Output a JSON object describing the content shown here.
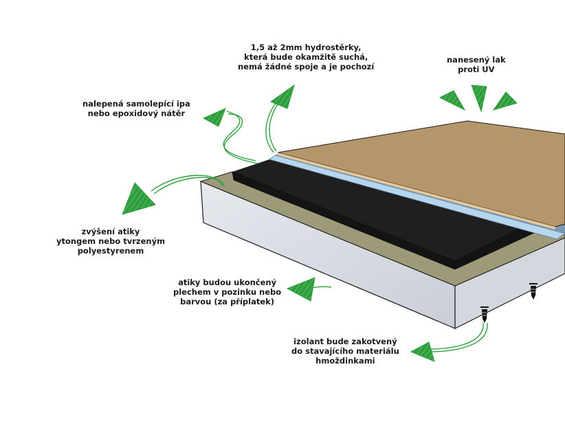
{
  "diagram": {
    "subject": "Flat roof waterproofing layer composition",
    "colors": {
      "arrow_green": "#2e9e3c",
      "top_coat": "#b4966a",
      "top_coat_edge": "#e8c898",
      "hydro_layer": "#7c99b3",
      "hydro_layer_light": "#b6d6ee",
      "black_layer": "#1c1c1c",
      "olive_layer": "#9c9a78",
      "base_block": "#d2d6dc",
      "outline": "#1a1a1a"
    },
    "layers": [
      {
        "name": "UV lacquer / top surface",
        "order": 1
      },
      {
        "name": "Hydro-screed 1.5–2 mm",
        "order": 2
      },
      {
        "name": "Self-adhesive IPA / epoxy coating",
        "order": 3
      },
      {
        "name": "Parapet raising (ytong / XPS)",
        "order": 4
      },
      {
        "name": "Base slab / existing material",
        "order": 5
      }
    ],
    "labels": {
      "hydrostěrka": [
        "1,5 až 2mm hydrostěrky,",
        "která bude okamžitě suchá,",
        "nemá žádné spoje a je pochozí"
      ],
      "uv_lak": [
        "nanesený lak",
        "proti UV"
      ],
      "ipa": [
        "nalepená samolepící ipa",
        "nebo epoxidový nátěr"
      ],
      "atika": [
        "zvýšení atiky",
        "ytongem nebo tvrzeným",
        "polyestyrenem"
      ],
      "plech": [
        "atiky budou ukončený",
        "plechem v pozinku nebo",
        "barvou (za příplatek)"
      ],
      "izolant": [
        "izolant bude zakotvený",
        "do stavajícího materiálu",
        "hmoždinkami"
      ]
    }
  }
}
